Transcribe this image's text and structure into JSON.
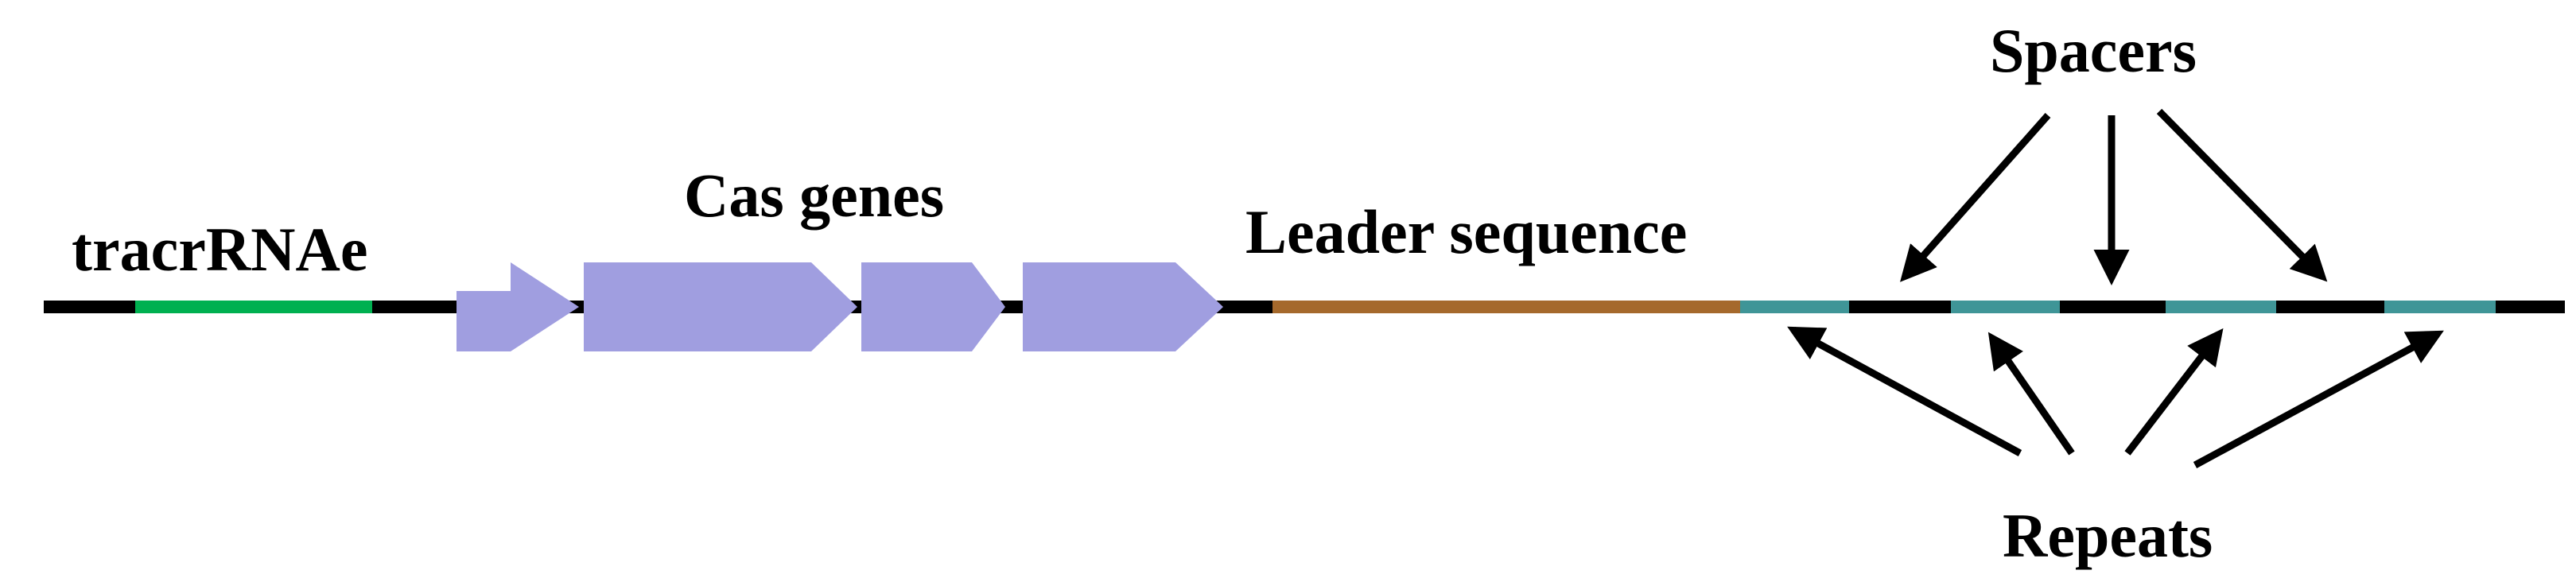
{
  "labels": {
    "tracr": "tracrRNAe",
    "cas": "Cas genes",
    "leader": "Leader sequence",
    "spacers": "Spacers",
    "repeats": "Repeats"
  },
  "colors": {
    "backbone": "#000000",
    "tracr": "#00b050",
    "cas_gene": "#a09ee0",
    "leader": "#a5692c",
    "repeat": "#3f9597",
    "spacer": "#000000"
  },
  "cas_gene_count": 4,
  "repeat_count": 4,
  "spacer_count": 3
}
